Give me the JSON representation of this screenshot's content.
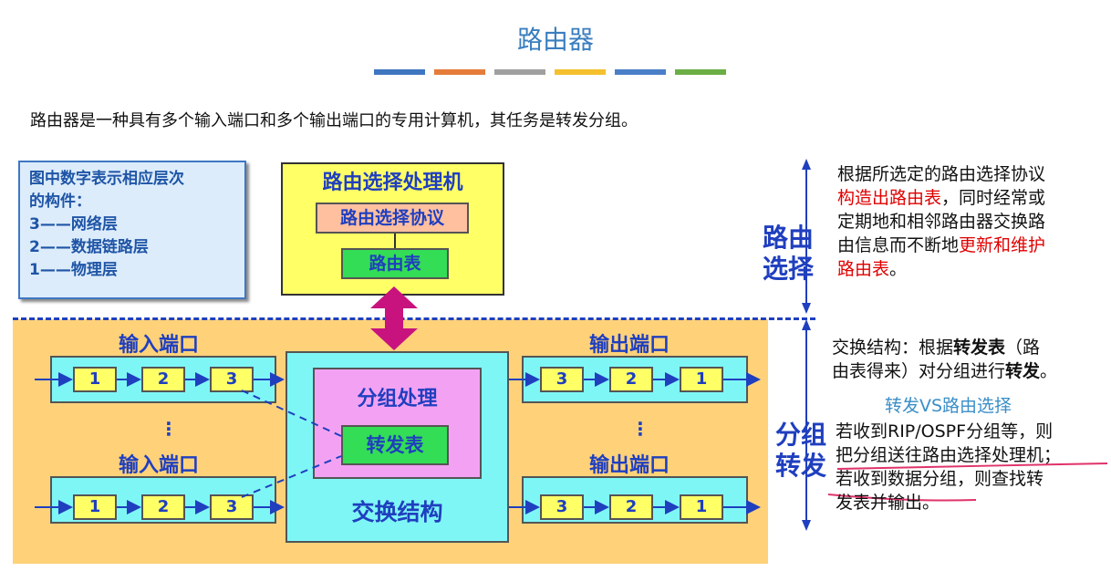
{
  "title": "路由器",
  "accent_bars": [
    "#3f76c0",
    "#e57c3a",
    "#a0a0a0",
    "#f4c02d",
    "#4a7fc8",
    "#6bae45"
  ],
  "intro": "路由器是一种具有多个输入端口和多个输出端口的专用计算机，其任务是转发分组。",
  "legend": {
    "line1": "图中数字表示相应层次",
    "line2": "的构件：",
    "line3": "3——网络层",
    "line4": "2——数据链路层",
    "line5": "1——物理层"
  },
  "routing_processor": {
    "title": "路由选择处理机",
    "protocol": "路由选择协议",
    "table": "路由表"
  },
  "switch_fabric": {
    "packet_processing": "分组处理",
    "forwarding_table": "转发表",
    "label": "交换结构"
  },
  "input_ports": {
    "label_top": "输入端口",
    "label_bottom": "输入端口",
    "cells_top": [
      "1",
      "2",
      "3"
    ],
    "cells_bottom": [
      "1",
      "2",
      "3"
    ],
    "ellipsis": "⋮"
  },
  "output_ports": {
    "label_top": "输出端口",
    "label_bottom": "输出端口",
    "cells_top": [
      "3",
      "2",
      "1"
    ],
    "cells_bottom": [
      "3",
      "2",
      "1"
    ],
    "ellipsis": "⋮"
  },
  "right_routing": {
    "title_line1": "路由",
    "title_line2": "选择",
    "t1": "根据所选定的路由选择协议",
    "t2_red": "构造出路由表",
    "t2_rest": "，同时经常或",
    "t3": "定期地和相邻路由器交换路",
    "t4_a": "由信息而不断地",
    "t4_red": "更新和维护",
    "t5_red": "路由表",
    "t5_rest": "。"
  },
  "right_forwarding": {
    "title_line1": "分组",
    "title_line2": "转发",
    "f1_a": "交换结构：根据",
    "f1_b": "转发表",
    "f1_c": "（路",
    "f2_a": "由表得来）对分组进行",
    "f2_b": "转发",
    "f2_c": "。",
    "vs": "转发VS路由选择",
    "g1": "若收到RIP/OSPF分组等，则",
    "g2": "把分组送往路由选择处理机；",
    "g3": "若收到数据分组，则查找转",
    "g4": "发表并输出。"
  },
  "colors": {
    "blue_text": "#1f3fbf",
    "red_text": "#e00000",
    "arrow_magenta": "#c8137f",
    "yellow_box": "#ffff66",
    "cyan_box": "#7ff6f6",
    "green_box": "#33dd55",
    "pink_box": "#f3a2f3",
    "orange_area": "#ffd27a"
  }
}
